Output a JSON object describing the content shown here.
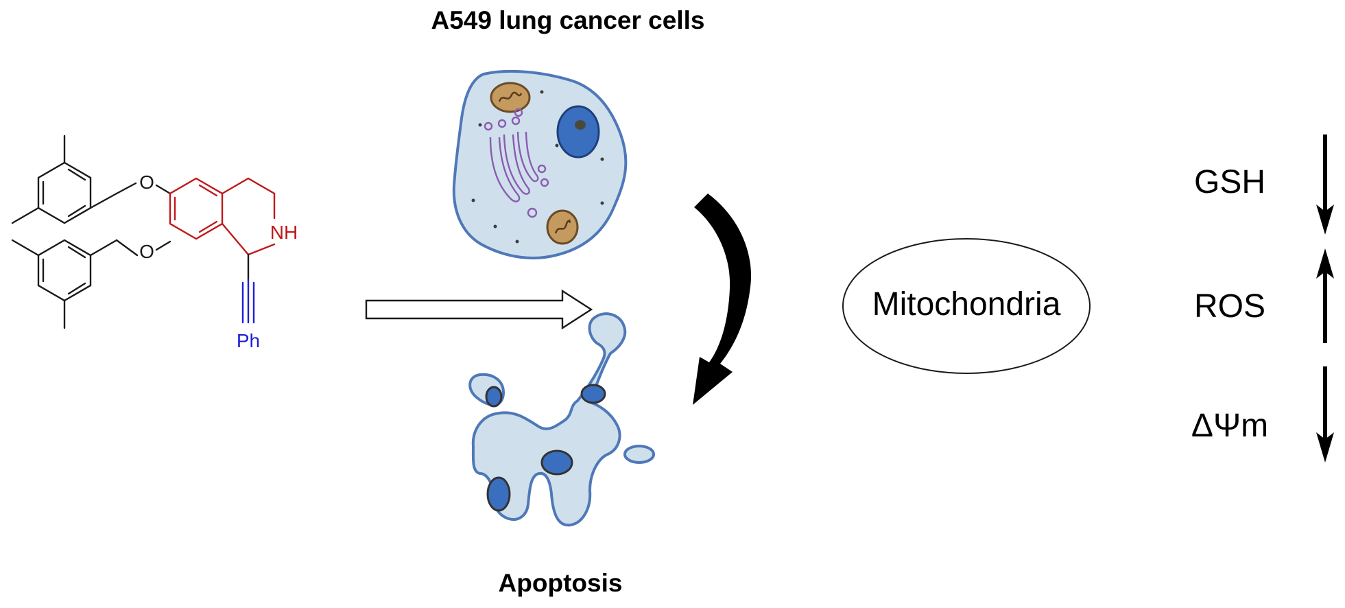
{
  "title": "A549 lung cancer cells",
  "apoptosis_label": "Apoptosis",
  "target_label": "Mitochondria",
  "molecule": {
    "atom_O": "O",
    "atom_NH": "NH",
    "atom_Ph": "Ph"
  },
  "markers": [
    {
      "label": "GSH",
      "direction": "down"
    },
    {
      "label": "ROS",
      "direction": "up"
    },
    {
      "label": "ΔΨm",
      "direction": "down"
    }
  ],
  "colors": {
    "scaffold": "#c01818",
    "phenyl_label": "#1d1dd6",
    "cell_body": "#cfe0ec",
    "cell_outline": "#4f78b8",
    "nucleus": "#3a6fbf",
    "mitochondria": "#c59a5e",
    "golgi": "#8a5cb0"
  }
}
